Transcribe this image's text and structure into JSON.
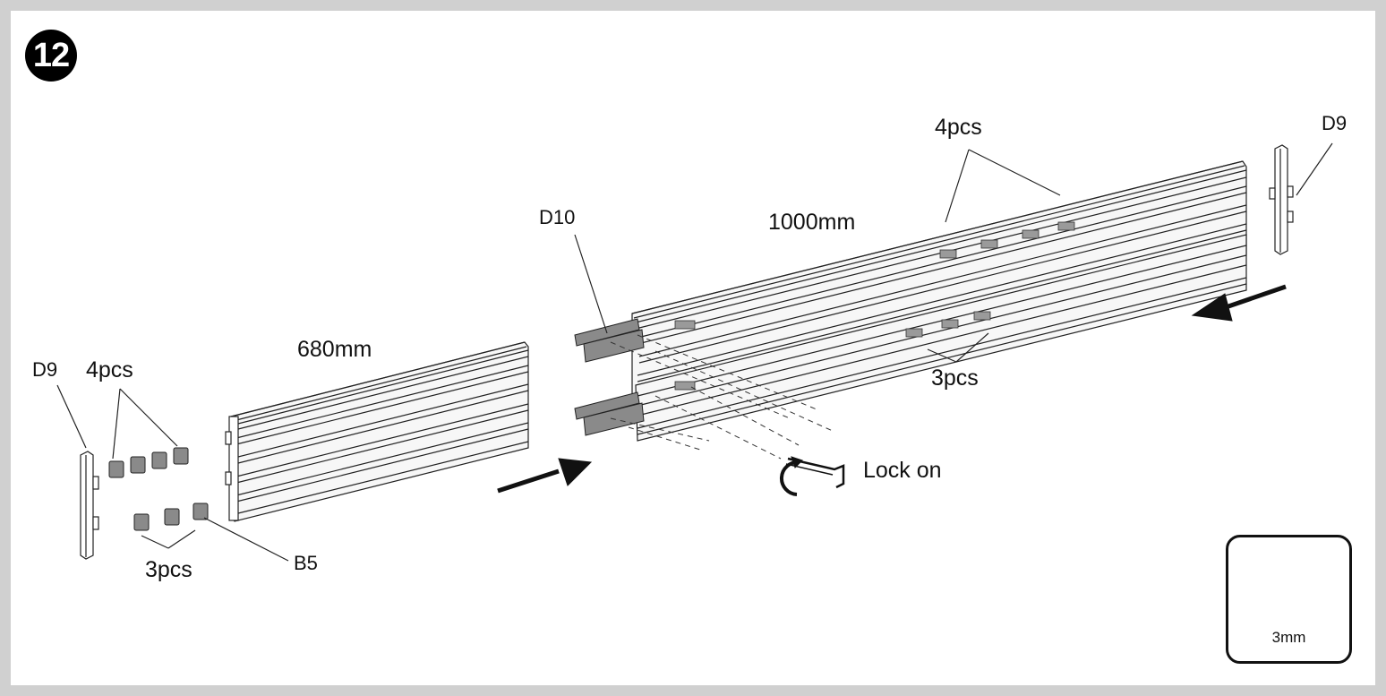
{
  "step_number": "12",
  "labels": {
    "d9_left": "D9",
    "d9_right": "D9",
    "d10": "D10",
    "b5": "B5",
    "qty_left_top": "4pcs",
    "qty_left_bottom": "3pcs",
    "qty_right_top": "4pcs",
    "qty_right_bottom": "3pcs",
    "length_short": "680mm",
    "length_long": "1000mm",
    "lock_on": "Lock on"
  },
  "tool": {
    "icon": "hex-key-icon",
    "size_label": "3mm"
  },
  "colors": {
    "background": "#d0d0d0",
    "panel": "#ffffff",
    "line": "#222222",
    "part_grey": "#8a8a8a"
  }
}
